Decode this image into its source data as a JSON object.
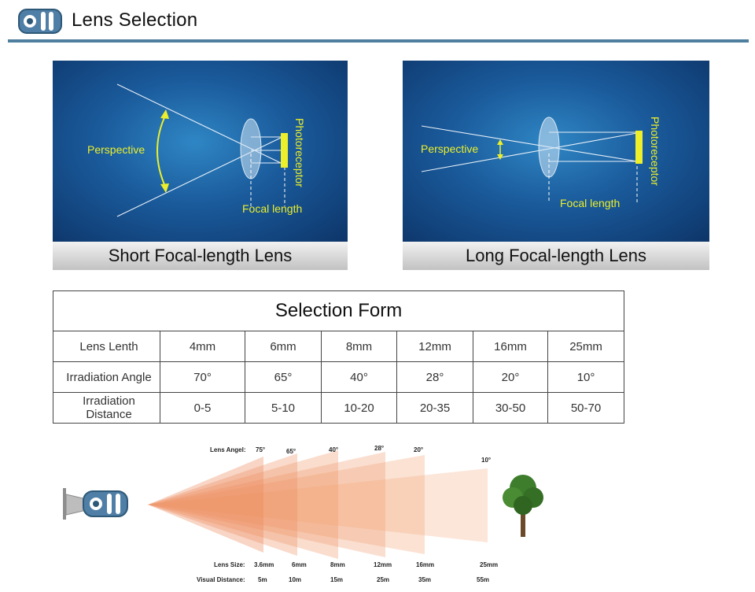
{
  "header": {
    "title": "Lens Selection",
    "icon": "camera-lens-icon"
  },
  "panels": [
    {
      "caption": "Short Focal-length Lens",
      "perspective_label": "Perspective",
      "focal_label": "Focal length",
      "sensor_label": "Photoreceptor"
    },
    {
      "caption": "Long Focal-length Lens",
      "perspective_label": "Perspective",
      "focal_label": "Focal length",
      "sensor_label": "Photoreceptor"
    }
  ],
  "colors": {
    "accent_rule": "#4f7f9e",
    "panel_blue": "#1a5a9b",
    "label_yellow": "#ecef2a",
    "beam_orange": "#f0a070"
  },
  "table": {
    "title": "Selection Form",
    "rows": [
      {
        "label": "Lens Lenth",
        "values": [
          "4mm",
          "6mm",
          "8mm",
          "12mm",
          "16mm",
          "25mm"
        ]
      },
      {
        "label": "Irradiation Angle",
        "values": [
          "70°",
          "65°",
          "40°",
          "28°",
          "20°",
          "10°"
        ]
      },
      {
        "label": "Irradiation Distance",
        "values": [
          "0-5",
          "5-10",
          "10-20",
          "20-35",
          "30-50",
          "50-70"
        ]
      }
    ]
  },
  "beam": {
    "angle_label": "Lens Angel:",
    "size_label": "Lens Size:",
    "distance_label": "Visual Distance:",
    "angles": [
      "75°",
      "65°",
      "40°",
      "28°",
      "20°",
      "10°"
    ],
    "sizes": [
      "3.6mm",
      "6mm",
      "8mm",
      "12mm",
      "16mm",
      "25mm"
    ],
    "distances": [
      "5m",
      "10m",
      "15m",
      "25m",
      "35m",
      "55m"
    ],
    "target_icon": "tree-icon",
    "camera_icon": "camera-icon"
  }
}
